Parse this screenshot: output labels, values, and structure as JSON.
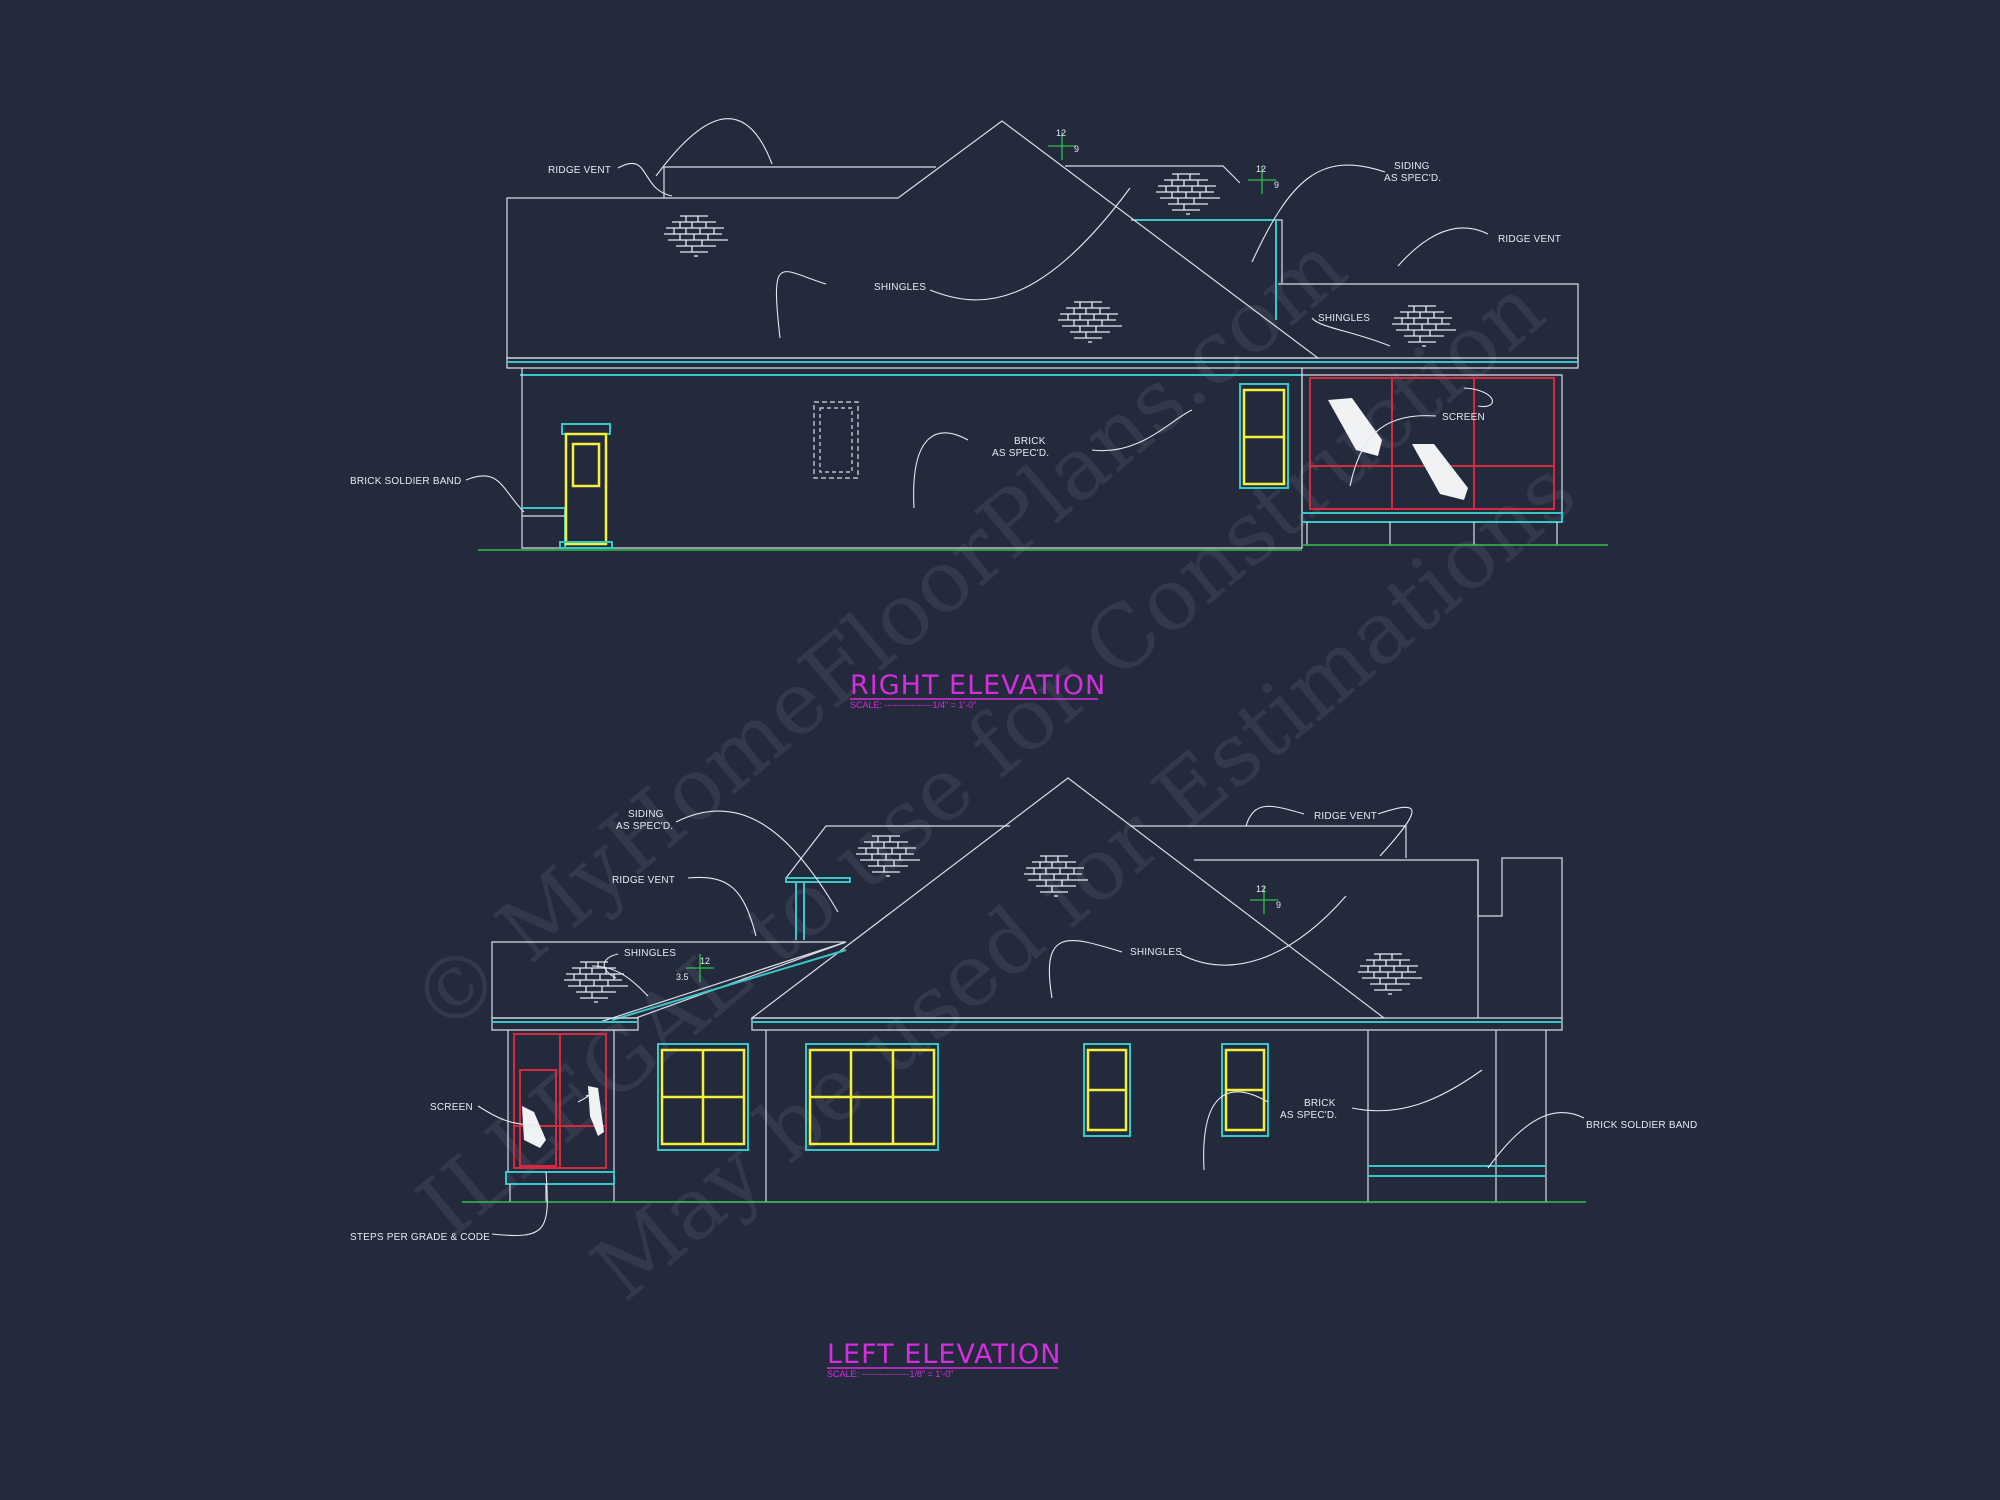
{
  "watermark": {
    "line1": "© MyHomeFloorPlans.com",
    "line2": "ILLEGAL to use for Construction",
    "line3": "May be used for Estimations"
  },
  "right_elevation": {
    "title": "RIGHT ELEVATION",
    "scale": "SCALE: ----------------1/4\" = 1'-0\"",
    "labels": {
      "ridge_vent_1": "RIDGE VENT",
      "shingles_1": "SHINGLES",
      "siding_1": "SIDING",
      "siding_2": "AS SPEC'D.",
      "ridge_vent_2": "RIDGE VENT",
      "shingles_2": "SHINGLES",
      "screen": "SCREEN",
      "brick_1": "BRICK",
      "brick_2": "AS SPEC'D.",
      "brick_soldier_band": "BRICK SOLDIER BAND"
    },
    "pitch_1": {
      "rise": "12",
      "run": "9"
    },
    "pitch_2": {
      "rise": "12",
      "run": "9"
    }
  },
  "left_elevation": {
    "title": "LEFT ELEVATION",
    "scale": "SCALE: ----------------1/8\" = 1'-0\"",
    "labels": {
      "siding_1": "SIDING",
      "siding_2": "AS SPEC'D.",
      "ridge_vent_1": "RIDGE VENT",
      "ridge_vent_2": "RIDGE VENT",
      "shingles_1": "SHINGLES",
      "shingles_2": "SHINGLES",
      "screen": "SCREEN",
      "brick_1": "BRICK",
      "brick_2": "AS SPEC'D.",
      "brick_soldier_band": "BRICK SOLDIER BAND",
      "steps": "STEPS PER GRADE & CODE"
    },
    "pitch_1": {
      "rise": "12",
      "run": "3.5"
    },
    "pitch_2": {
      "rise": "12",
      "run": "9"
    }
  },
  "colors": {
    "background": "#232a3c",
    "title": "#d52ee0",
    "window": "#f5f03a",
    "trim": "#39c6c9",
    "screen_frame": "#d7283f",
    "grade": "#2fbf4a"
  }
}
